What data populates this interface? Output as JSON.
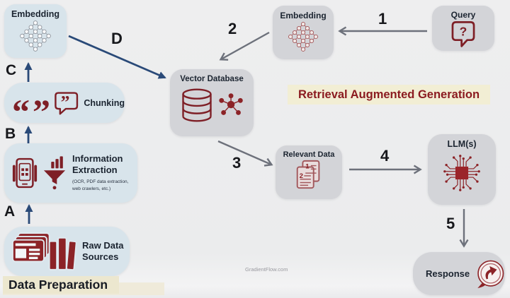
{
  "title": "Retrieval Augmented Generation",
  "watermark": "GradientFlow.com",
  "data_preparation_label": "Data Preparation",
  "nodes": {
    "embedding_left": {
      "label": "Embedding"
    },
    "chunking": {
      "label": "Chunking",
      "quote_open": "“",
      "quote_close": "”"
    },
    "information_extraction": {
      "label_line1": "Information",
      "label_line2": "Extraction",
      "sub_line1": "(OCR, PDF data extraction,",
      "sub_line2": "web crawlers, etc.)"
    },
    "raw_data_sources": {
      "label_line1": "Raw Data",
      "label_line2": "Sources"
    },
    "embedding_top": {
      "label": "Embedding"
    },
    "query": {
      "label": "Query",
      "icon_glyph": "?"
    },
    "vector_database": {
      "label": "Vector Database"
    },
    "relevant_data": {
      "label": "Relevant Data",
      "page1_num": "1",
      "page2_num": "2"
    },
    "llm": {
      "label": "LLM(s)"
    },
    "response": {
      "label": "Response"
    }
  },
  "flow_labels": {
    "a": "A",
    "b": "B",
    "c": "C",
    "d": "D",
    "s1": "1",
    "s2": "2",
    "s3": "3",
    "s4": "4",
    "s5": "5"
  },
  "colors": {
    "accent_red": "#8a2025",
    "navy_arrow": "#2a4a78",
    "gray_arrow": "#6d717b",
    "left_box": "#d8e4eb",
    "right_box": "#d3d4d8",
    "highlight": "#f2eed4"
  }
}
